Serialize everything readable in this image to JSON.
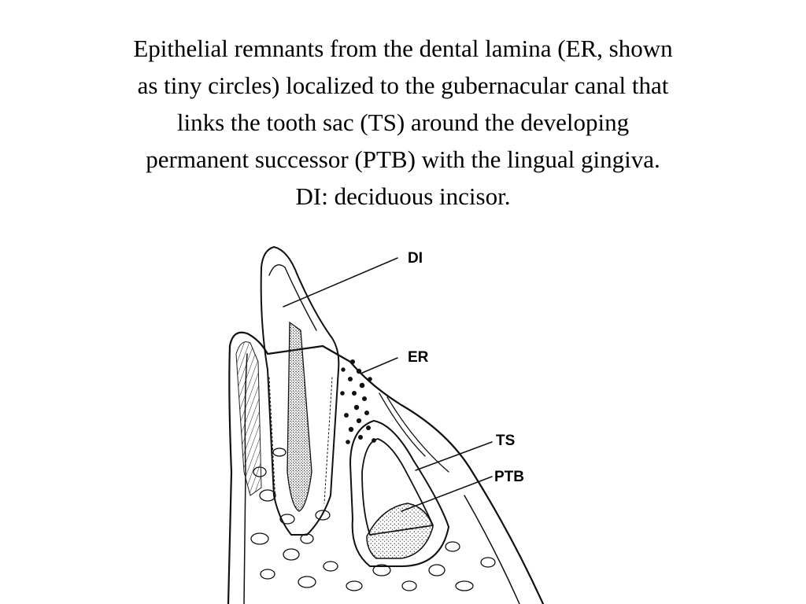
{
  "slide": {
    "caption_lines": [
      "Epithelial remnants from the dental lamina (ER, shown",
      "as tiny circles) localized to the gubernacular canal that",
      "links the tooth sac (TS) around the developing",
      "permanent successor (PTB) with the lingual gingiva.",
      "DI: deciduous incisor."
    ]
  },
  "diagram": {
    "labels": {
      "di": "DI",
      "er": "ER",
      "ts": "TS",
      "ptb": "PTB"
    }
  }
}
